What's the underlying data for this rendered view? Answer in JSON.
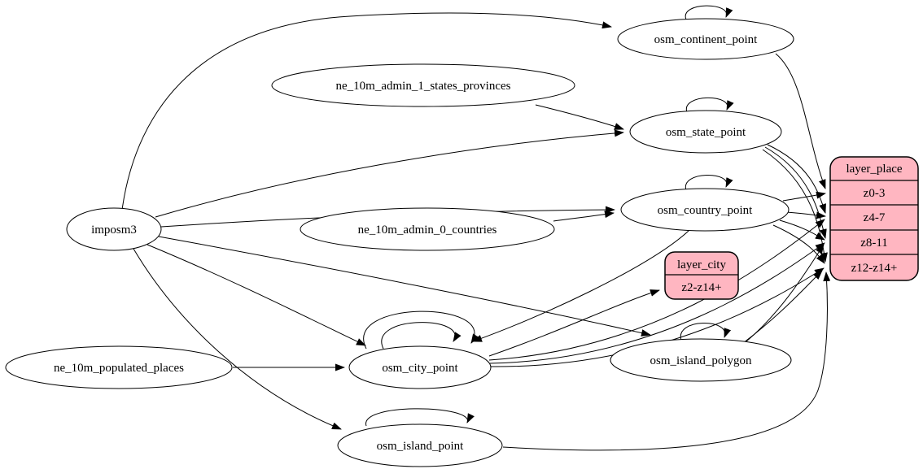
{
  "diagram": {
    "kind": "etl-dependency-graph",
    "colors": {
      "background": "#ffffff",
      "table_node_fill": "#ffffff",
      "layer_node_fill": "#ffb6c1",
      "stroke": "#000000"
    }
  },
  "nodes": {
    "imposm3": "imposm3",
    "ne_10m_admin_1_states_provinces": "ne_10m_admin_1_states_provinces",
    "ne_10m_admin_0_countries": "ne_10m_admin_0_countries",
    "ne_10m_populated_places": "ne_10m_populated_places",
    "osm_continent_point": "osm_continent_point",
    "osm_state_point": "osm_state_point",
    "osm_country_point": "osm_country_point",
    "osm_city_point": "osm_city_point",
    "osm_island_point": "osm_island_point",
    "osm_island_polygon": "osm_island_polygon"
  },
  "layer_place": {
    "title": "layer_place",
    "rows": [
      "z0-3",
      "z4-7",
      "z8-11",
      "z12-z14+"
    ]
  },
  "layer_city": {
    "title": "layer_city",
    "rows": [
      "z2-z14+"
    ]
  },
  "edges": [
    {
      "from": "imposm3",
      "to": "osm_continent_point"
    },
    {
      "from": "imposm3",
      "to": "osm_state_point"
    },
    {
      "from": "imposm3",
      "to": "osm_country_point"
    },
    {
      "from": "imposm3",
      "to": "osm_city_point"
    },
    {
      "from": "imposm3",
      "to": "osm_island_point"
    },
    {
      "from": "imposm3",
      "to": "osm_island_polygon"
    },
    {
      "from": "ne_10m_admin_1_states_provinces",
      "to": "osm_state_point"
    },
    {
      "from": "ne_10m_admin_0_countries",
      "to": "osm_country_point"
    },
    {
      "from": "ne_10m_populated_places",
      "to": "osm_city_point"
    },
    {
      "from": "osm_continent_point",
      "to": "osm_continent_point"
    },
    {
      "from": "osm_state_point",
      "to": "osm_state_point"
    },
    {
      "from": "osm_country_point",
      "to": "osm_country_point"
    },
    {
      "from": "osm_city_point",
      "to": "osm_city_point"
    },
    {
      "from": "osm_city_point",
      "to": "osm_city_point"
    },
    {
      "from": "osm_island_point",
      "to": "osm_island_point"
    },
    {
      "from": "osm_island_polygon",
      "to": "osm_island_polygon"
    },
    {
      "from": "osm_country_point",
      "to": "osm_city_point"
    },
    {
      "from": "osm_continent_point",
      "to": "layer_place:z0-3"
    },
    {
      "from": "osm_country_point",
      "to": "layer_place:z0-3"
    },
    {
      "from": "osm_state_point",
      "to": "layer_place:z4-7"
    },
    {
      "from": "osm_country_point",
      "to": "layer_place:z4-7"
    },
    {
      "from": "osm_city_point",
      "to": "layer_place:z4-7"
    },
    {
      "from": "osm_state_point",
      "to": "layer_place:z8-11"
    },
    {
      "from": "osm_country_point",
      "to": "layer_place:z8-11"
    },
    {
      "from": "osm_city_point",
      "to": "layer_place:z8-11"
    },
    {
      "from": "osm_island_polygon",
      "to": "layer_place:z8-11"
    },
    {
      "from": "osm_state_point",
      "to": "layer_place:z12-z14+"
    },
    {
      "from": "osm_country_point",
      "to": "layer_place:z12-z14+"
    },
    {
      "from": "osm_city_point",
      "to": "layer_place:z12-z14+"
    },
    {
      "from": "osm_island_polygon",
      "to": "layer_place:z12-z14+"
    },
    {
      "from": "osm_island_point",
      "to": "layer_place:z12-z14+"
    },
    {
      "from": "osm_city_point",
      "to": "layer_city:z2-z14+"
    }
  ]
}
